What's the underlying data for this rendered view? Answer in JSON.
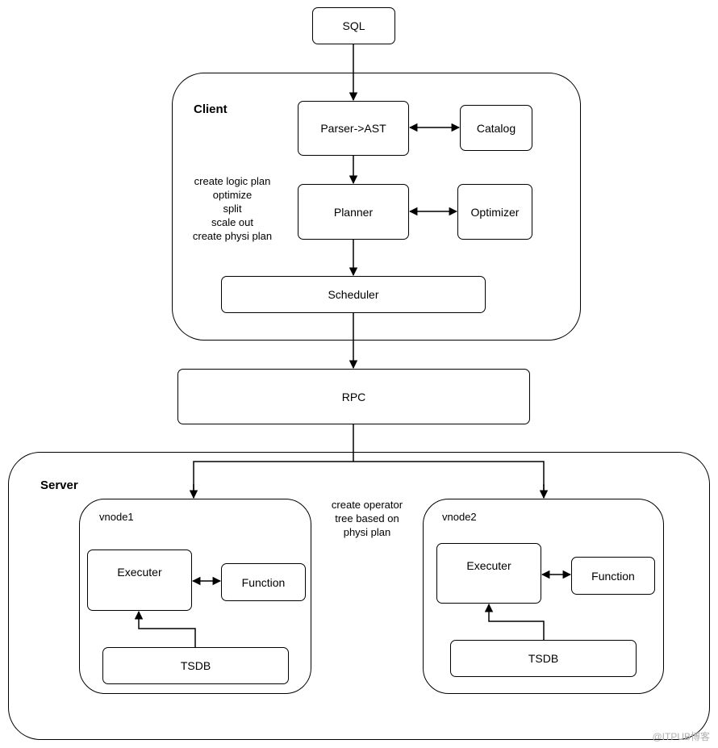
{
  "nodes": {
    "sql": "SQL",
    "parser": "Parser->AST",
    "catalog": "Catalog",
    "planner": "Planner",
    "optimizer": "Optimizer",
    "scheduler": "Scheduler",
    "rpc": "RPC",
    "vnode1": {
      "title": "vnode1",
      "executer": "Executer",
      "function": "Function",
      "tsdb": "TSDB"
    },
    "vnode2": {
      "title": "vnode2",
      "executer": "Executer",
      "function": "Function",
      "tsdb": "TSDB"
    }
  },
  "groups": {
    "client": "Client",
    "server": "Server"
  },
  "notes": {
    "client_steps": [
      "create logic plan",
      "optimize",
      "split",
      "scale out",
      "create physi plan"
    ],
    "server_steps": [
      "create operator",
      "tree based on",
      "physi plan"
    ]
  },
  "watermark": "@ITPUB博客"
}
